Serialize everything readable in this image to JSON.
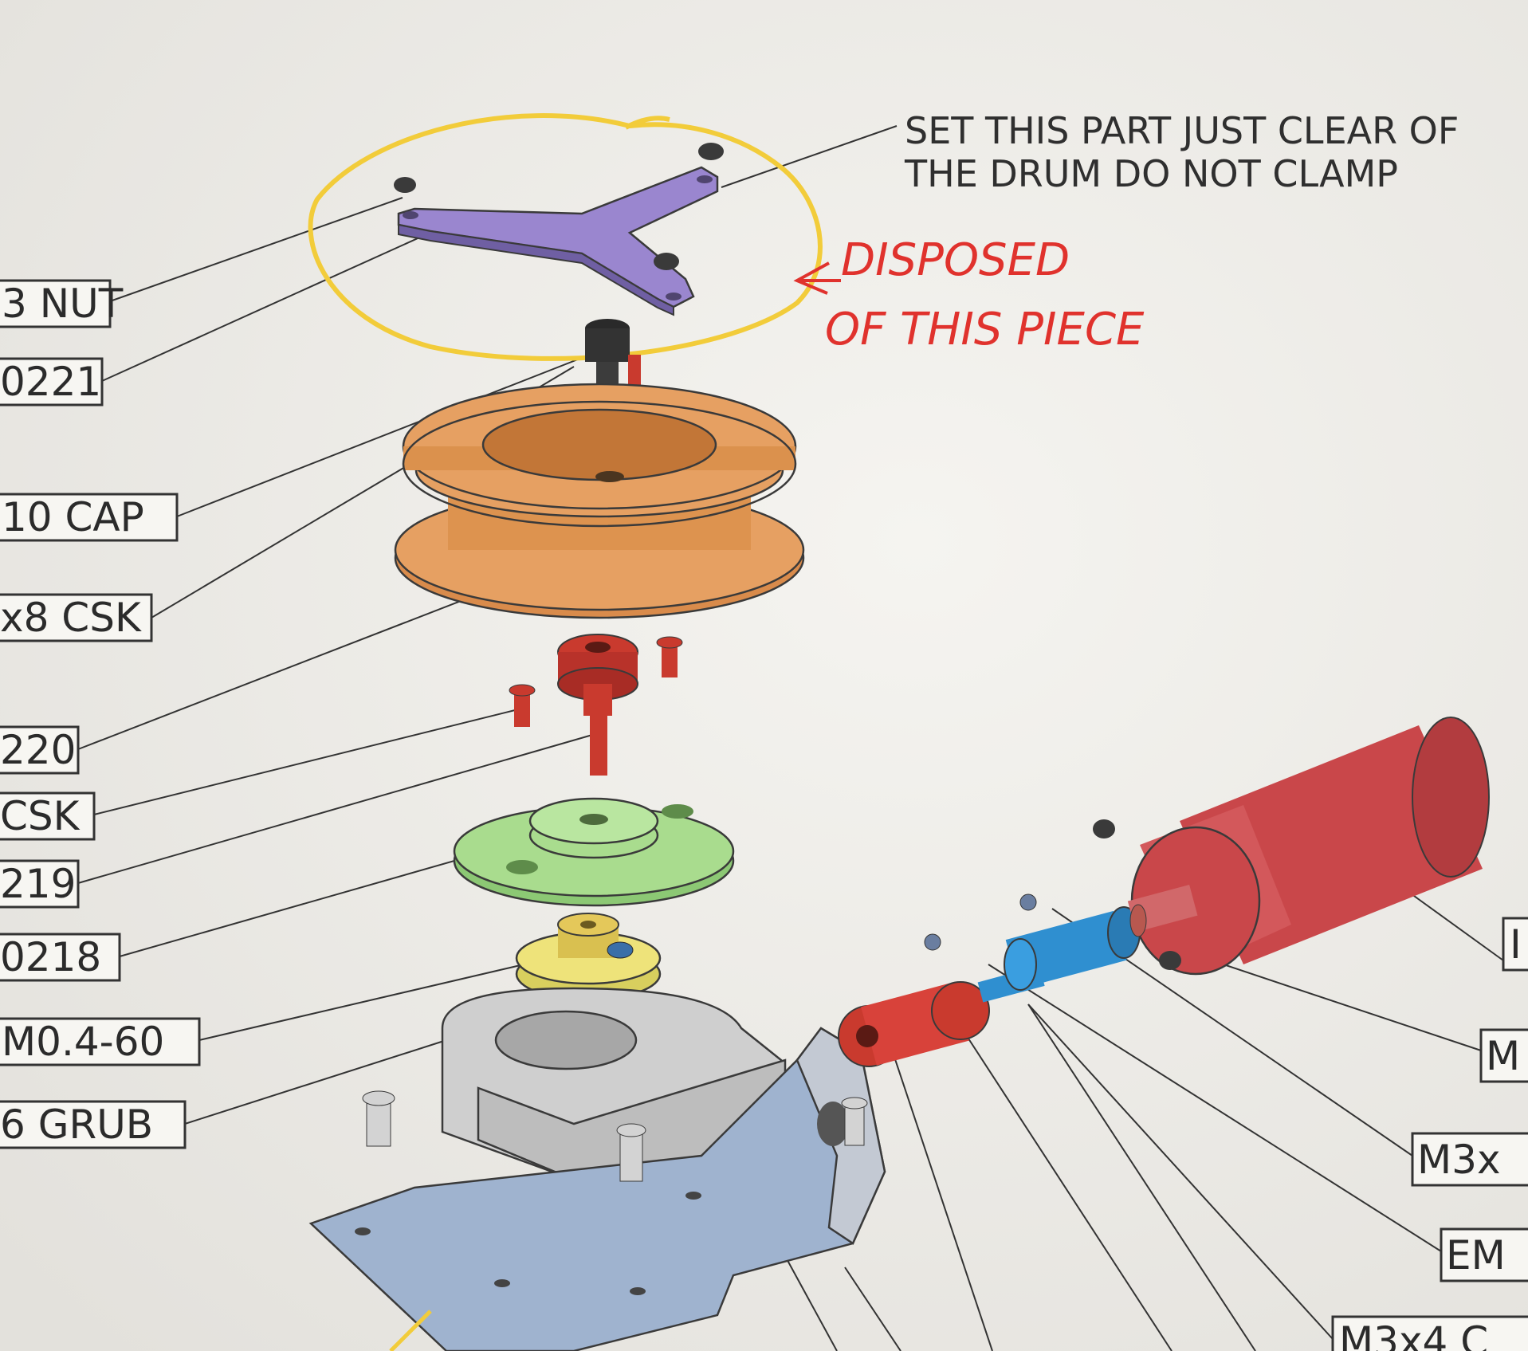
{
  "annotation": {
    "note_line1": "SET THIS PART JUST CLEAR OF",
    "note_line2": "THE DRUM DO NOT CLAMP",
    "handwritten_line1": "DISPOSED",
    "handwritten_line2": "OF THIS PIECE",
    "highlight_color": "#f2cc3a",
    "handwriting_color": "#e0322d"
  },
  "left_labels": [
    "3 NUT",
    "0221",
    "10 CAP",
    "x8 CSK",
    "220",
    "CSK",
    "219",
    "0218",
    "M0.4-60",
    "6 GRUB"
  ],
  "right_labels": [
    "I",
    "M",
    "M3x",
    "EM",
    "M3x4 C"
  ],
  "parts": {
    "spider_color": "#9a86cf",
    "drum_color": "#e6a062",
    "shaft_color": "#c93a2e",
    "plate_color": "#a9dc8e",
    "gear_color": "#eee37a",
    "housing_color": "#cfcfcf",
    "bracket_color": "#9fb3cf",
    "motor_color": "#c9474a",
    "coupler_color": "#2f8fd0"
  }
}
